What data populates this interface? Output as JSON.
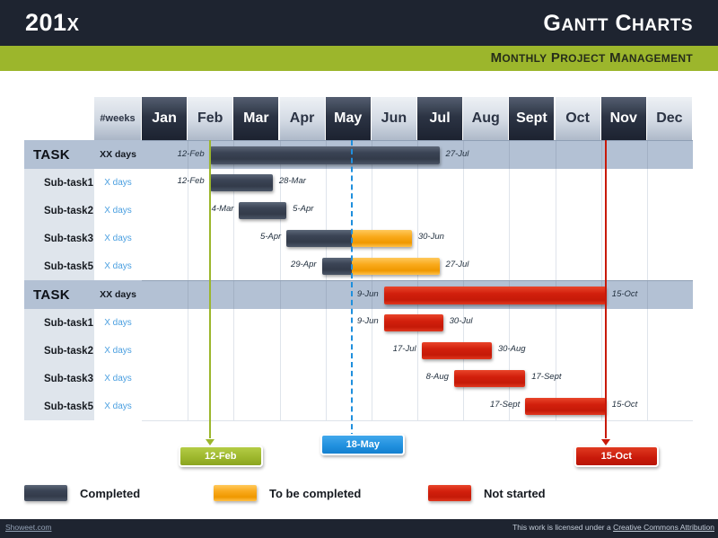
{
  "header": {
    "year": "201x",
    "title": "Gantt Charts",
    "subtitle": "Monthly Project Management"
  },
  "chart_data": {
    "type": "gantt",
    "title": "Gantt Charts",
    "subtitle": "Monthly Project Management",
    "week_column_header": "#weeks",
    "months": [
      "Jan",
      "Feb",
      "Mar",
      "Apr",
      "May",
      "Jun",
      "Jul",
      "Aug",
      "Sept",
      "Oct",
      "Nov",
      "Dec"
    ],
    "month_shading": [
      "dark",
      "light",
      "dark",
      "light",
      "dark",
      "light",
      "dark",
      "light",
      "dark",
      "light",
      "dark",
      "light"
    ],
    "legend": [
      {
        "key": "completed",
        "label": "Completed",
        "color": "#3b4455"
      },
      {
        "key": "to_be_completed",
        "label": "To be completed",
        "color": "#f9a91b"
      },
      {
        "key": "not_started",
        "label": "Not started",
        "color": "#d21f0c"
      }
    ],
    "markers": [
      {
        "label": "12-Feb",
        "color": "#9cb62c",
        "month_pos": 1.48
      },
      {
        "label": "18-May",
        "color": "#1f8fdd",
        "month_pos": 4.58
      },
      {
        "label": "15-Oct",
        "color": "#c8190a",
        "month_pos": 10.1
      }
    ],
    "groups": [
      {
        "name": "TASK",
        "weeks": "XX days",
        "start_label": "12-Feb",
        "end_label": "27-Jul",
        "start_pos": 1.48,
        "end_pos": 6.48,
        "segments": [
          {
            "type": "completed",
            "from": 1.48,
            "to": 6.48
          }
        ],
        "rows": [
          {
            "name": "Sub-task1",
            "weeks": "X days",
            "start_label": "12-Feb",
            "end_label": "28-Mar",
            "start_pos": 1.48,
            "end_pos": 2.85,
            "segments": [
              {
                "type": "completed",
                "from": 1.48,
                "to": 2.85
              }
            ]
          },
          {
            "name": "Sub-task2",
            "weeks": "X days",
            "start_label": "4-Mar",
            "end_label": "5-Apr",
            "start_pos": 2.12,
            "end_pos": 3.15,
            "segments": [
              {
                "type": "completed",
                "from": 2.12,
                "to": 3.15
              }
            ]
          },
          {
            "name": "Sub-task3",
            "weeks": "X days",
            "start_label": "5-Apr",
            "end_label": "30-Jun",
            "start_pos": 3.15,
            "end_pos": 5.88,
            "segments": [
              {
                "type": "completed",
                "from": 3.15,
                "to": 4.58
              },
              {
                "type": "to_be_completed",
                "from": 4.58,
                "to": 5.88
              }
            ]
          },
          {
            "name": "Sub-task5",
            "weeks": "X days",
            "start_label": "29-Apr",
            "end_label": "27-Jul",
            "start_pos": 3.92,
            "end_pos": 6.48,
            "segments": [
              {
                "type": "completed",
                "from": 3.92,
                "to": 4.58
              },
              {
                "type": "to_be_completed",
                "from": 4.58,
                "to": 6.48
              }
            ]
          }
        ]
      },
      {
        "name": "TASK",
        "weeks": "XX days",
        "start_label": "9-Jun",
        "end_label": "15-Oct",
        "start_pos": 5.27,
        "end_pos": 10.1,
        "segments": [
          {
            "type": "not_started",
            "from": 5.27,
            "to": 10.1
          }
        ],
        "rows": [
          {
            "name": "Sub-task1",
            "weeks": "X days",
            "start_label": "9-Jun",
            "end_label": "30-Jul",
            "start_pos": 5.27,
            "end_pos": 6.56,
            "segments": [
              {
                "type": "not_started",
                "from": 5.27,
                "to": 6.56
              }
            ]
          },
          {
            "name": "Sub-task2",
            "weeks": "X days",
            "start_label": "17-Jul",
            "end_label": "30-Aug",
            "start_pos": 6.09,
            "end_pos": 7.62,
            "segments": [
              {
                "type": "not_started",
                "from": 6.09,
                "to": 7.62
              }
            ]
          },
          {
            "name": "Sub-task3",
            "weeks": "X days",
            "start_label": "8-Aug",
            "end_label": "17-Sept",
            "start_pos": 6.8,
            "end_pos": 8.35,
            "segments": [
              {
                "type": "not_started",
                "from": 6.8,
                "to": 8.35
              }
            ]
          },
          {
            "name": "Sub-task5",
            "weeks": "X days",
            "start_label": "17-Sept",
            "end_label": "15-Oct",
            "start_pos": 8.35,
            "end_pos": 10.1,
            "segments": [
              {
                "type": "not_started",
                "from": 8.35,
                "to": 10.1
              }
            ]
          }
        ]
      }
    ]
  },
  "footer": {
    "left": "Showeet.com",
    "right_prefix": "This work is licensed under a ",
    "right_link": "Creative Commons Attribution"
  }
}
